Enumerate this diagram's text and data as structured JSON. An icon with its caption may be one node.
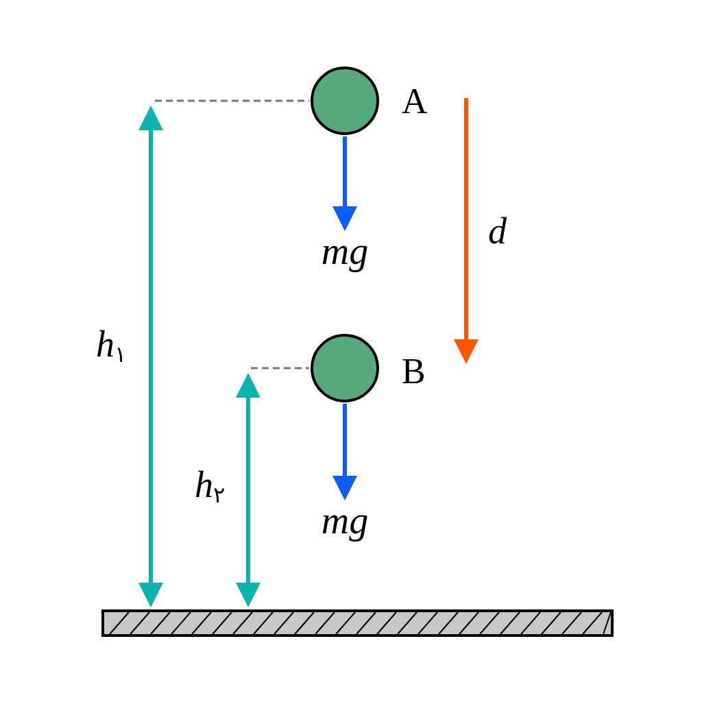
{
  "diagram": {
    "nodes": [
      {
        "text": [],
        "shape": "circle",
        "beside": [
          "A"
        ]
      },
      {
        "text": [
          "mg"
        ]
      },
      {
        "text": [],
        "shape": "circle",
        "beside": [
          "B"
        ]
      },
      {
        "text": [
          "mg"
        ]
      }
    ],
    "edges": [
      {
        "from": 0,
        "to": 1,
        "arrow": "to"
      },
      {
        "from": 2,
        "to": 3,
        "arrow": "to"
      }
    ],
    "labels": [
      "d",
      "h$_{۱}$",
      "h$_{۲}$"
    ]
  }
}
